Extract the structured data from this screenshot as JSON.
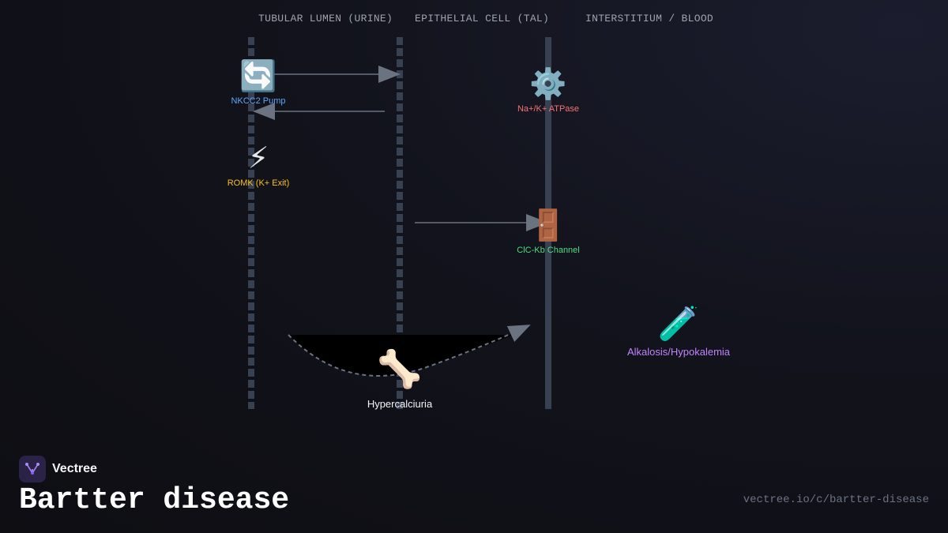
{
  "headers": {
    "lumen": "TUBULAR LUMEN (URINE)",
    "cell": "EPITHELIAL CELL (TAL)",
    "blood": "INTERSTITIUM / BLOOD"
  },
  "nodes": {
    "nkcc2": {
      "icon": "🔄",
      "label": "NKCC2 Pump",
      "color": "#60a5fa",
      "icon_name": "cycle-arrows-icon"
    },
    "romk": {
      "icon": "⚡",
      "label": "ROMK (K+ Exit)",
      "color": "#fbbf24",
      "icon_name": "lightning-icon"
    },
    "atpase": {
      "icon": "⚙️",
      "label": "Na+/K+ ATPase",
      "color": "#f87171",
      "icon_name": "gear-icon"
    },
    "clc": {
      "icon": "🚪",
      "label": "ClC-Kb Channel",
      "color": "#4ade80",
      "icon_name": "door-icon"
    },
    "alkalosis": {
      "icon": "🧪",
      "label": "Alkalosis/Hypokalemia",
      "color": "#c084fc",
      "icon_name": "test-tube-icon"
    },
    "hypercalciuria": {
      "icon": "🦴",
      "label": "Hypercalciuria",
      "color": "#f3f4f6",
      "icon_name": "bone-icon"
    }
  },
  "brand": {
    "name": "Vectree"
  },
  "title": "Bartter disease",
  "url": "vectree.io/c/bartter-disease"
}
